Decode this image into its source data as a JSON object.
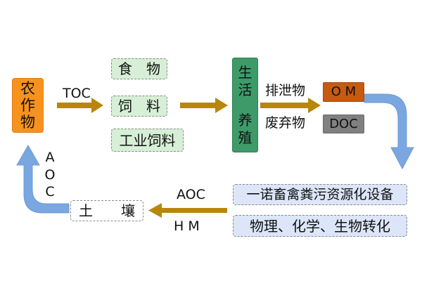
{
  "colors": {
    "orange": "#f7921e",
    "green_light": "#d7efd6",
    "green_dark": "#3f9a6a",
    "brown_arrow": "#b8860b",
    "om_fill": "#c55a11",
    "doc_fill": "#808080",
    "blue_light": "#dce6f8",
    "blue_arrow": "#7aa7e0",
    "soil_fill": "#ffffff"
  },
  "crops": {
    "chars": [
      "农",
      "作",
      "物"
    ]
  },
  "arrow_label_toc": "TOC",
  "products": {
    "food": "食　物",
    "feed": "饲　料",
    "industrial_feed": "工业饲料"
  },
  "breeding": {
    "chars_top": [
      "生",
      "活"
    ],
    "chars_bottom": [
      "养",
      "殖"
    ]
  },
  "excrement_label": "排泄物",
  "waste_label": "废弃物",
  "om_label": "O M",
  "doc_label": "DOC",
  "equipment_label": "一诺畜禽粪污资源化设备",
  "conversion_label": "物理、化学、生物转化",
  "aoc_label": "AOC",
  "hm_label": "H M",
  "soil_label": "土　　壤",
  "aoc_vertical": [
    "A",
    "O",
    "C"
  ]
}
